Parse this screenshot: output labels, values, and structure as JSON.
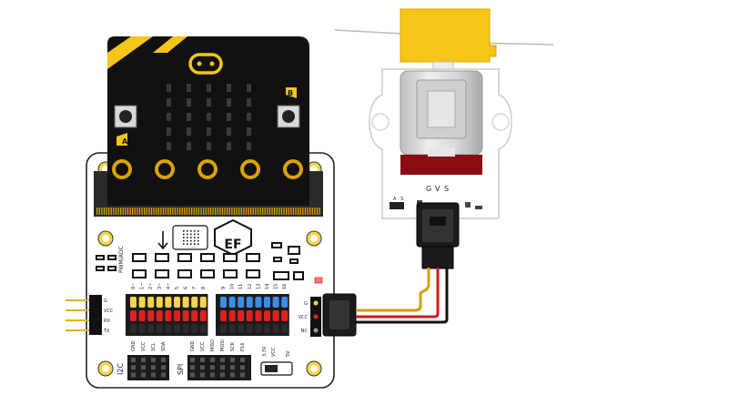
{
  "microbit": {
    "button_a": "A",
    "button_b": "B"
  },
  "expansion_board": {
    "logo": "EF",
    "board_name": "PWM/ADC",
    "pin_numbers": [
      "0~",
      "1~",
      "2~",
      "3~",
      "4~",
      "5",
      "6",
      "7",
      "8",
      "9",
      "10",
      "11",
      "12",
      "13",
      "14",
      "15",
      "16"
    ],
    "uart_labels": [
      "G",
      "VCC",
      "RX",
      "TX"
    ],
    "power_labels": [
      "G",
      "VCC",
      "NC"
    ],
    "i2c": {
      "title": "I2C",
      "pins": [
        "GND",
        "VCC",
        "SCL",
        "SDA"
      ]
    },
    "spi": {
      "title": "SPI",
      "pins": [
        "GND",
        "VCC",
        "MISO",
        "MOSI",
        "SCK",
        "P16"
      ]
    },
    "voltage_switch": [
      "3.3V",
      "VCC",
      "5V"
    ]
  },
  "motor_module": {
    "pin_labels": [
      "G",
      "V",
      "S"
    ],
    "jumper_labels": [
      "A",
      "S"
    ]
  },
  "colors": {
    "microbit_pcb": "#111111",
    "microbit_accent": "#f5c518",
    "board_white": "#ffffff",
    "header_yellow": "#f7d44a",
    "header_red": "#e02020",
    "header_blue": "#3a8ee6",
    "motor_body": "#e3e3e3",
    "motor_cap": "#8b0d14",
    "propeller": "#f5c518",
    "wire_yellow": "#d4a000",
    "wire_red": "#d11a1a",
    "wire_black": "#111111"
  }
}
